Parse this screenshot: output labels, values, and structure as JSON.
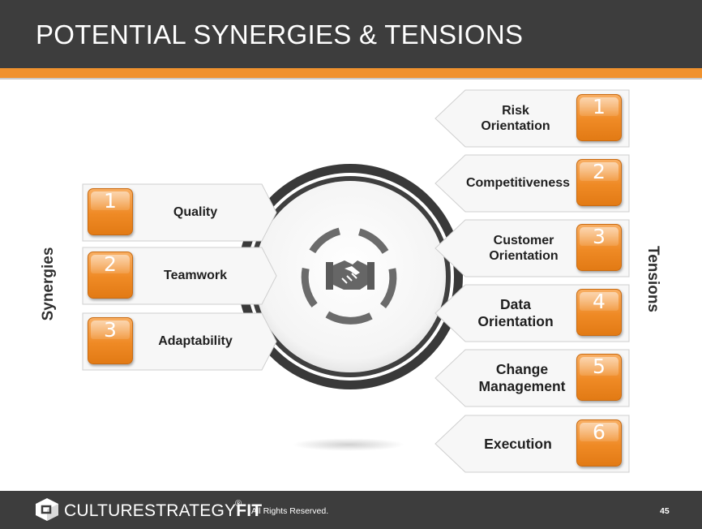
{
  "header": {
    "title": "POTENTIAL SYNERGIES & TENSIONS"
  },
  "colors": {
    "accent": "#f0922e",
    "dark": "#3d3d3d",
    "ring": "#3a3a3a"
  },
  "left_label": "Synergies",
  "right_label": "Tensions",
  "hub_icon": "handshake-icon",
  "synergies": [
    {
      "number": "1",
      "label": "Quality"
    },
    {
      "number": "2",
      "label": "Teamwork"
    },
    {
      "number": "3",
      "label": "Adaptability"
    }
  ],
  "tensions": [
    {
      "number": "1",
      "label": "Risk\nOrientation"
    },
    {
      "number": "2",
      "label": "Competitiveness"
    },
    {
      "number": "3",
      "label": "Customer\nOrientation"
    },
    {
      "number": "4",
      "label": "Data\nOrientation"
    },
    {
      "number": "5",
      "label": "Change\nManagement"
    },
    {
      "number": "6",
      "label": "Execution"
    }
  ],
  "footer": {
    "logo_light": "CULTURESTRATEGY",
    "logo_bold": "FIT",
    "registered": "®",
    "rights": "All Rights Reserved.",
    "page_number": "45"
  }
}
